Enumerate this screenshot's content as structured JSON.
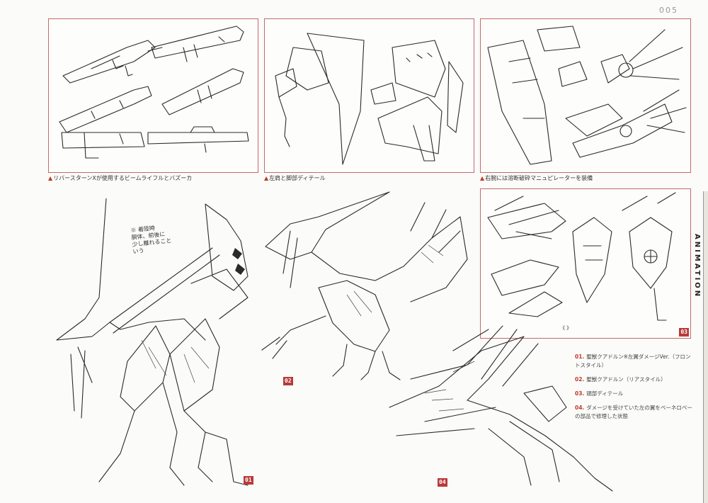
{
  "page": {
    "number": "005",
    "side_label": "ANIMATION"
  },
  "captions": {
    "panel1": "リバースターンXが使用するビームライフルとバズーカ",
    "panel2": "左肩と脚部ディテール",
    "panel3": "右腕には溶断破砕マニュピレーターを装備"
  },
  "badges": {
    "b01": "01",
    "b02": "02",
    "b03": "03",
    "b04": "04"
  },
  "notes": [
    {
      "num": "01.",
      "text": "聖獣クアドルン※左翼ダメージVer.（フロントスタイル）"
    },
    {
      "num": "02.",
      "text": "聖獣クアドルン（リアスタイル）"
    },
    {
      "num": "03.",
      "text": "頭部ディテール"
    },
    {
      "num": "04.",
      "text": "ダメージを受けていた左の翼をベーネロベーの部品で修理した状態"
    }
  ],
  "handwritten": {
    "note": "※ 着陸時\n胴体、前後に\n少し離れること\nいう"
  },
  "icons": {
    "caption_marker": "▲"
  },
  "colors": {
    "accent": "#b83a3a",
    "frame": "#c46a6a"
  }
}
